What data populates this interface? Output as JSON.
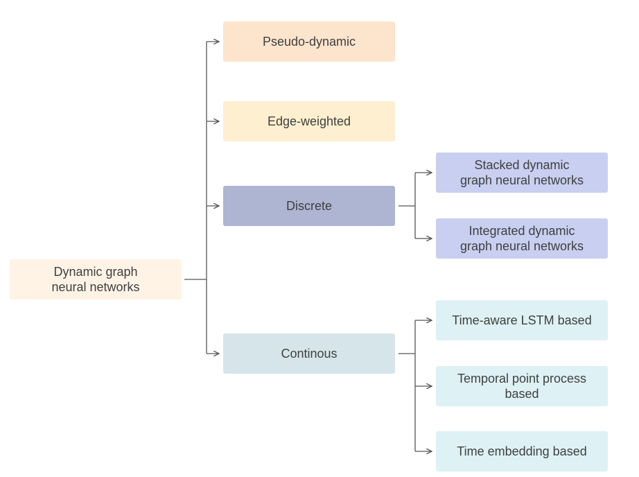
{
  "colors": {
    "connector": "#555555",
    "text": "#404040",
    "root_fill": "#fff3e6",
    "pseudo_fill": "#fde4cc",
    "edge_fill": "#fdefcf",
    "discrete_fill": "#adb5d2",
    "discrete_children_fill": "#c8cff0",
    "continuous_fill": "#d6e5e9",
    "continuous_children_fill": "#def1f4"
  },
  "diagram": {
    "root": {
      "label": "Dynamic graph\nneural networks"
    },
    "categories": [
      {
        "id": "pseudo",
        "label": "Pseudo-dynamic"
      },
      {
        "id": "edge",
        "label": "Edge-weighted"
      },
      {
        "id": "discrete",
        "label": "Discrete"
      },
      {
        "id": "continuous",
        "label": "Continous"
      }
    ],
    "discrete_children": [
      {
        "label": "Stacked dynamic\ngraph neural networks"
      },
      {
        "label": "Integrated dynamic\ngraph neural networks"
      }
    ],
    "continuous_children": [
      {
        "label": "Time-aware LSTM based"
      },
      {
        "label": "Temporal point process\nbased"
      },
      {
        "label": "Time embedding based"
      }
    ]
  }
}
